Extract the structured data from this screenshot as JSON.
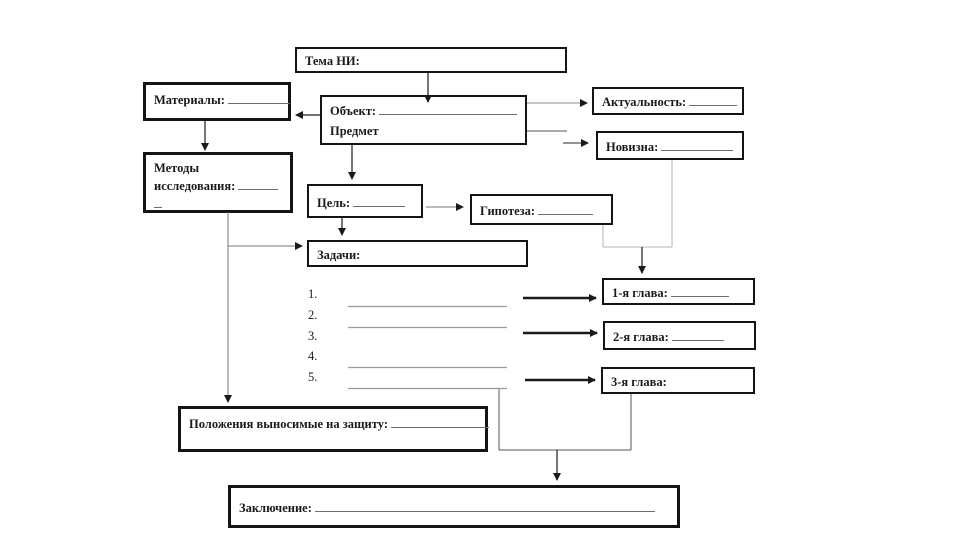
{
  "diagram": {
    "boxes": {
      "tema": {
        "label": "Тема НИ:"
      },
      "materialy": {
        "label": "Материалы:"
      },
      "obyekt": {
        "label_line1": "Объект:",
        "label_line2": "Предмет"
      },
      "aktualnost": {
        "label": "Актуальность:"
      },
      "novizna": {
        "label": "Новизна:"
      },
      "metody": {
        "label_line1": "Методы",
        "label_line2": "исследования:"
      },
      "tsel": {
        "label": "Цель:"
      },
      "gipoteza": {
        "label": "Гипотеза:"
      },
      "zadachi": {
        "label": "Задачи:"
      },
      "glava1": {
        "label": "1-я глава:"
      },
      "glava2": {
        "label": "2-я глава:"
      },
      "glava3": {
        "label": "3-я глава:"
      },
      "polozheniya": {
        "label": "Положения выносимые на защиту:"
      },
      "zaklyuchenie": {
        "label": "Заключение:"
      }
    },
    "task_list": {
      "items": [
        "1.",
        "2.",
        "3.",
        "4.",
        "5."
      ]
    },
    "colors": {
      "box_border": "#141414",
      "connector_dark": "#1a1a1a",
      "connector_gray": "#888888",
      "connector_light": "#b3b3b3",
      "blank_line": "#6e6e6e"
    }
  }
}
